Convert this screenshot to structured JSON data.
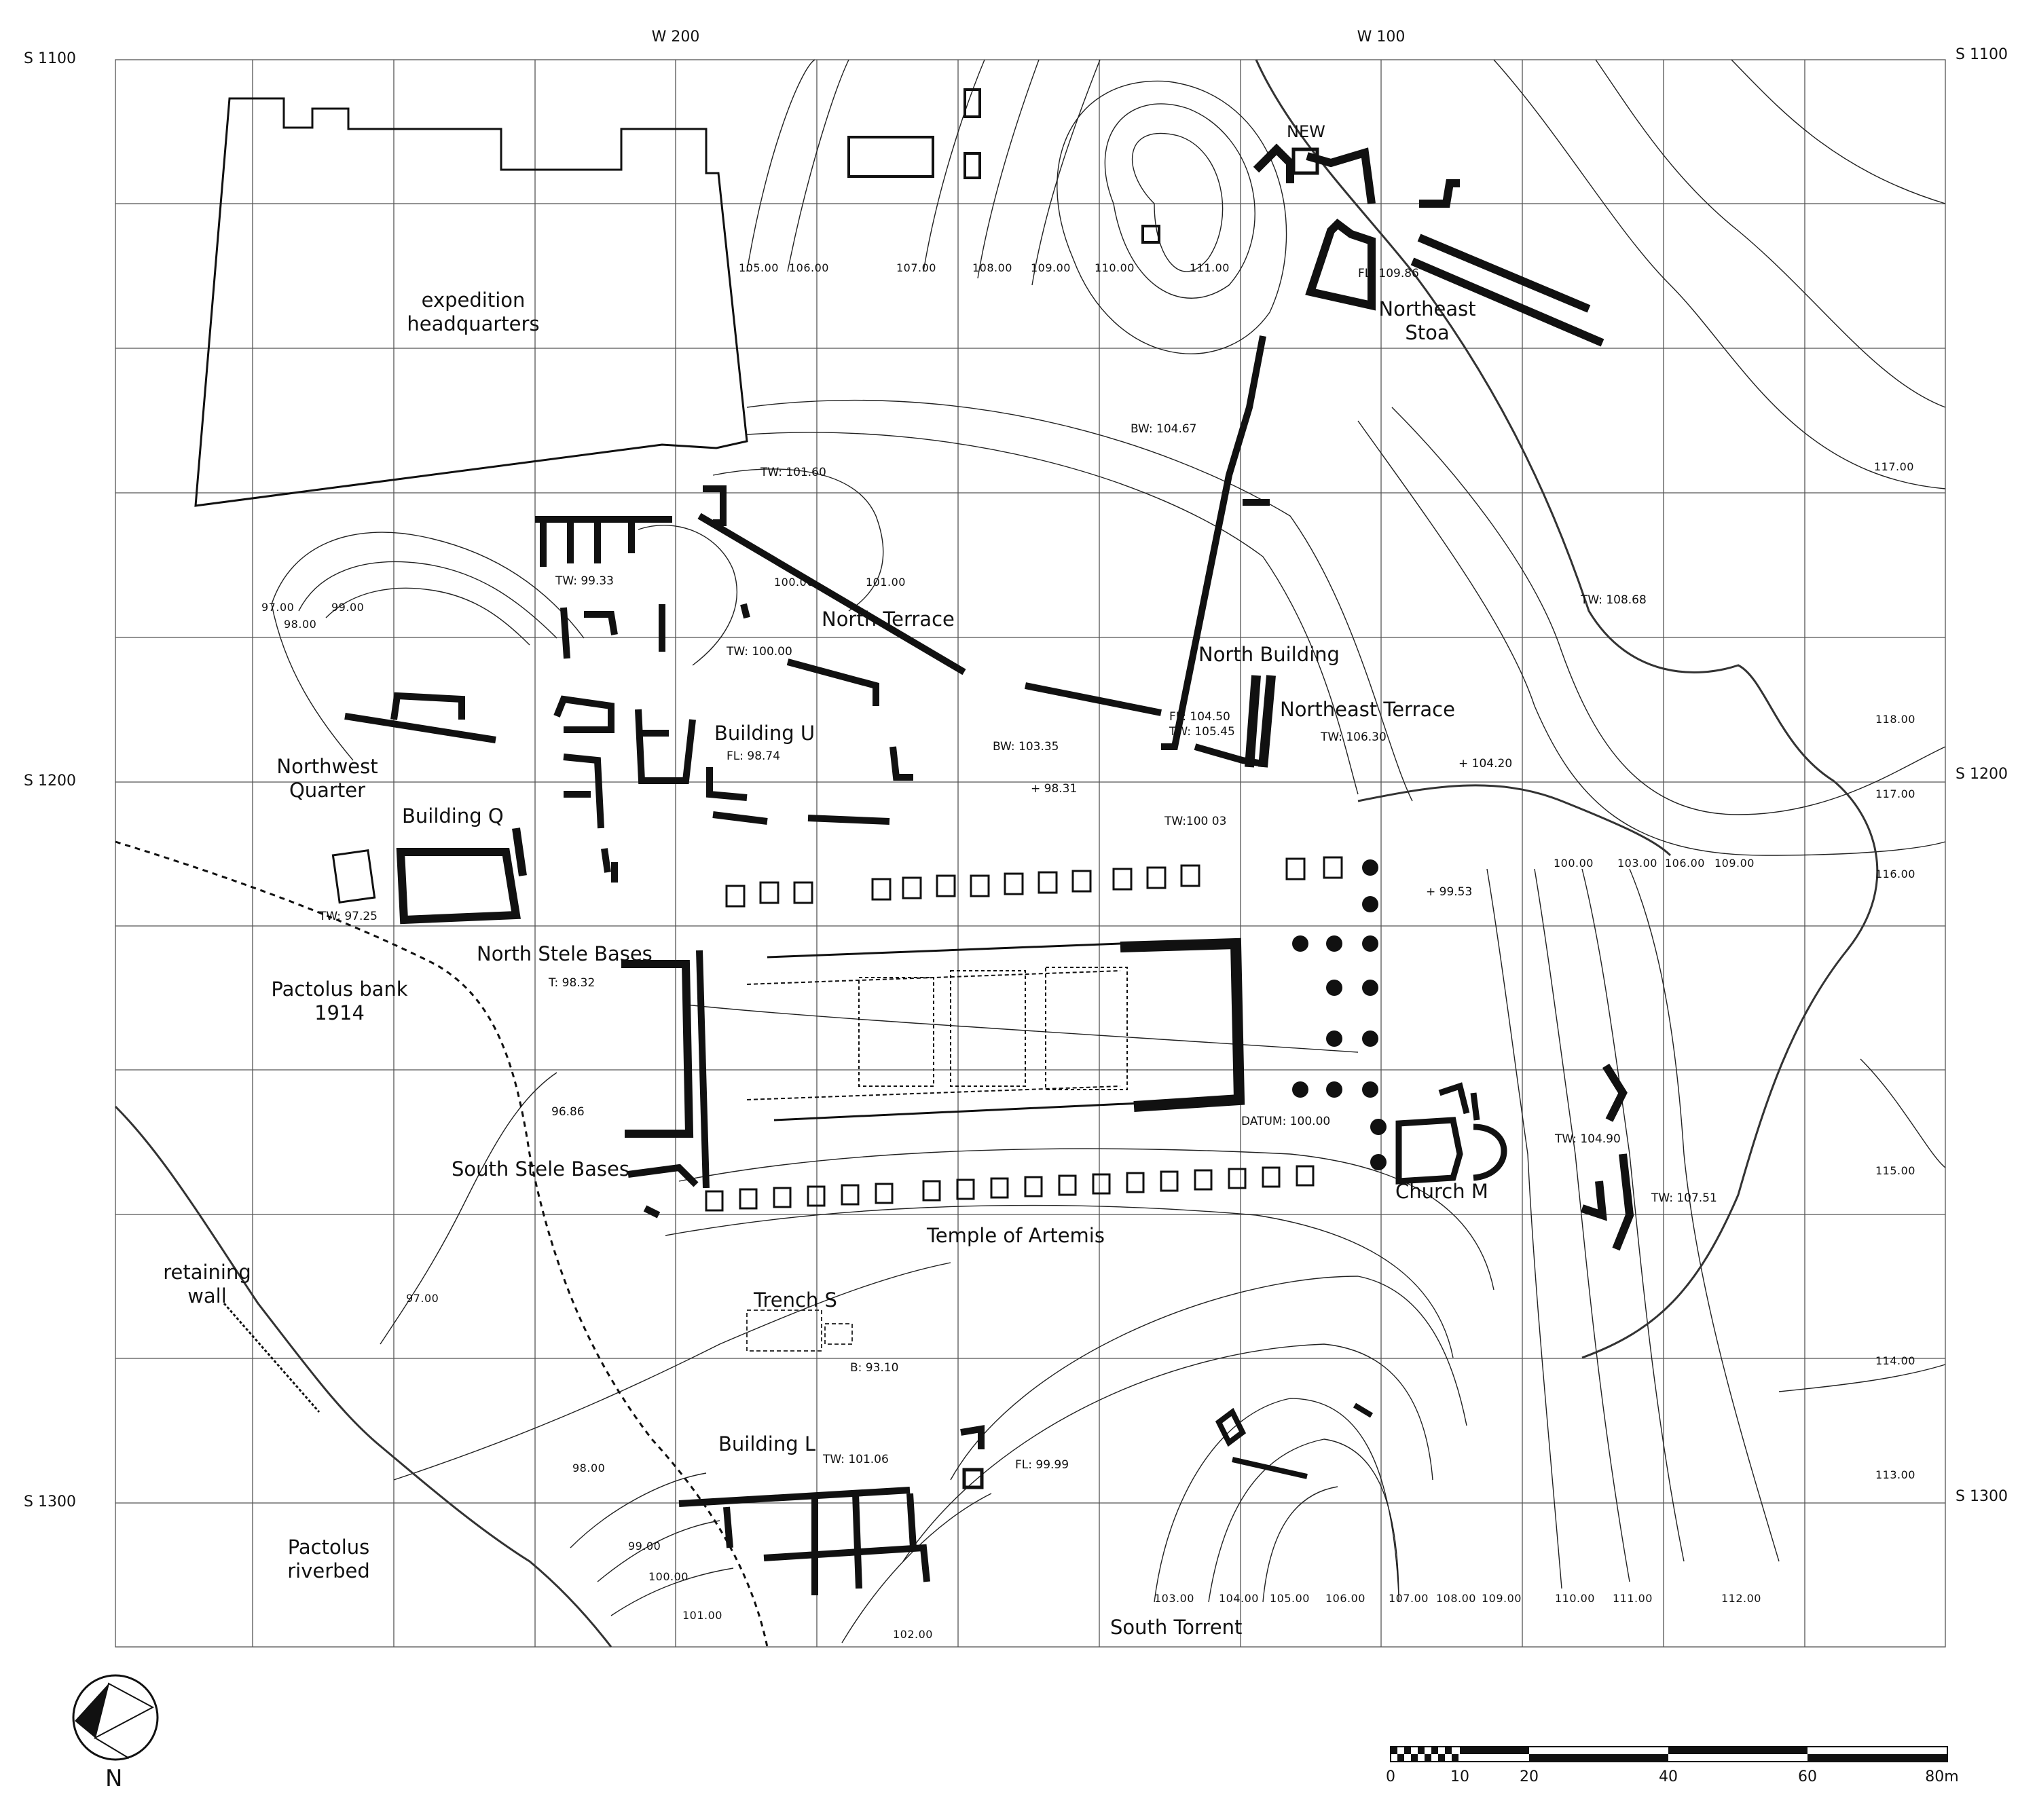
{
  "grid": {
    "top": [
      "W 200",
      "W 100"
    ],
    "left": [
      "S 1100",
      "S 1200",
      "S 1300"
    ],
    "right": [
      "S 1100",
      "S 1200",
      "S 1300"
    ]
  },
  "places": {
    "expedition_hq": [
      "expedition",
      "headquarters"
    ],
    "new": "NEW",
    "northeast_stoa": [
      "Northeast",
      "Stoa"
    ],
    "north_terrace": "North Terrace",
    "north_building": "North Building",
    "northeast_terrace": "Northeast Terrace",
    "building_u": "Building U",
    "northwest_quarter": [
      "Northwest",
      "Quarter"
    ],
    "building_q": "Building Q",
    "north_stele_bases": "North Stele Bases",
    "pactolus_bank": [
      "Pactolus bank",
      "1914"
    ],
    "south_stele_bases": "South Stele Bases",
    "church_m": "Church M",
    "temple_of_artemis": "Temple of Artemis",
    "retaining_wall": [
      "retaining",
      "wall"
    ],
    "trench_s": "Trench S",
    "building_l": "Building L",
    "pactolus_riverbed": [
      "Pactolus",
      "riverbed"
    ],
    "south_torrent": "South Torrent"
  },
  "measurements": {
    "fl_109_86": "FL: 109.86",
    "tw_101_60": "TW: 101.60",
    "bw_104_67": "BW: 104.67",
    "tw_99_33": "TW: 99.33",
    "tw_100_00": "TW: 100.00",
    "tw_108_68": "TW: 108.68",
    "fl_98_74": "FL: 98.74",
    "fl_104_50": "FL: 104.50",
    "tw_105_45": "TW: 105.45",
    "tw_106_30": "TW: 106.30",
    "bw_103_35": "BW: 103.35",
    "pt_98_31": "+ 98.31",
    "pt_104_20": "+ 104.20",
    "tw_100_03": "TW:100 03",
    "pt_99_53": "+ 99.53",
    "tw_97_25": "TW: 97.25",
    "t_98_32": "T: 98.32",
    "pt_96_86": "96.86",
    "datum": "DATUM: 100.00",
    "tw_104_90": "TW: 104.90",
    "tw_107_51": "TW: 107.51",
    "b_93_10": "B: 93.10",
    "tw_101_06": "TW: 101.06",
    "fl_99_99": "FL: 99.99"
  },
  "contours": {
    "c105": "105.00",
    "c106": "106.00",
    "c107": "107.00",
    "c108": "108.00",
    "c109": "109.00",
    "c110": "110.00",
    "c111": "111.00",
    "c100": "100.00",
    "c101": "101.00",
    "c97": "97.00",
    "c98": "98.00",
    "c99": "99.00",
    "c117": "117.00",
    "c118": "118.00",
    "c117b": "117.00",
    "c116": "116.00",
    "e100": "100.00",
    "e103": "103.00",
    "e106": "106.00",
    "e109": "109.00",
    "c115": "115.00",
    "c114": "114.00",
    "c113": "113.00",
    "s97": "97.00",
    "s98": "98.00",
    "s99": "99.00",
    "s100": "100.00",
    "s101": "101.00",
    "s102": "102.00",
    "b103": "103.00",
    "b104": "104.00",
    "b105": "105.00",
    "b106": "106.00",
    "b107": "107.00",
    "b108": "108.00",
    "b109": "109.00",
    "b110": "110.00",
    "b111": "111.00",
    "b112": "112.00"
  },
  "north_arrow": "N",
  "scale": {
    "ticks": [
      "0",
      "10",
      "20",
      "40",
      "60",
      "80m"
    ]
  }
}
